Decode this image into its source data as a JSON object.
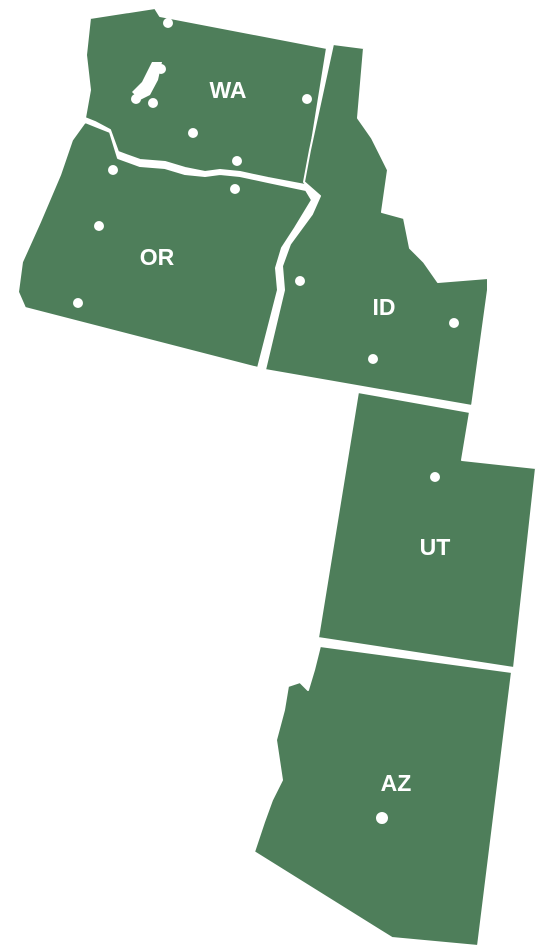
{
  "colors": {
    "state_fill": "#4e7e5a",
    "border": "#ffffff",
    "background": "#ffffff"
  },
  "states": [
    {
      "id": "wa",
      "label": "WA"
    },
    {
      "id": "or",
      "label": "OR"
    },
    {
      "id": "id",
      "label": "ID"
    },
    {
      "id": "ut",
      "label": "UT"
    },
    {
      "id": "az",
      "label": "AZ"
    }
  ]
}
